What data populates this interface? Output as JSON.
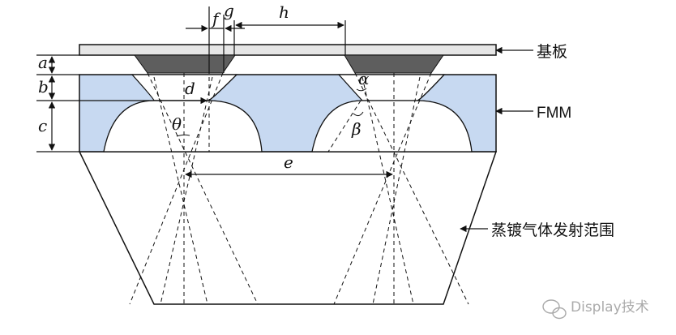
{
  "labels": {
    "a": "a",
    "b": "b",
    "c": "c",
    "d": "d",
    "e": "e",
    "f": "f",
    "g": "g",
    "h": "h",
    "theta": "θ",
    "alpha": "α",
    "beta": "β"
  },
  "callouts": {
    "substrate": "基板",
    "fmm": "FMM",
    "evaporation_range": "蒸镀气体发射范围"
  },
  "watermark": {
    "text": "Display技术"
  },
  "colors": {
    "substrate_fill": "#e6e6e6",
    "film_fill": "#5e5e5e",
    "mask_fill": "#c7d9f1",
    "line": "#111111"
  }
}
